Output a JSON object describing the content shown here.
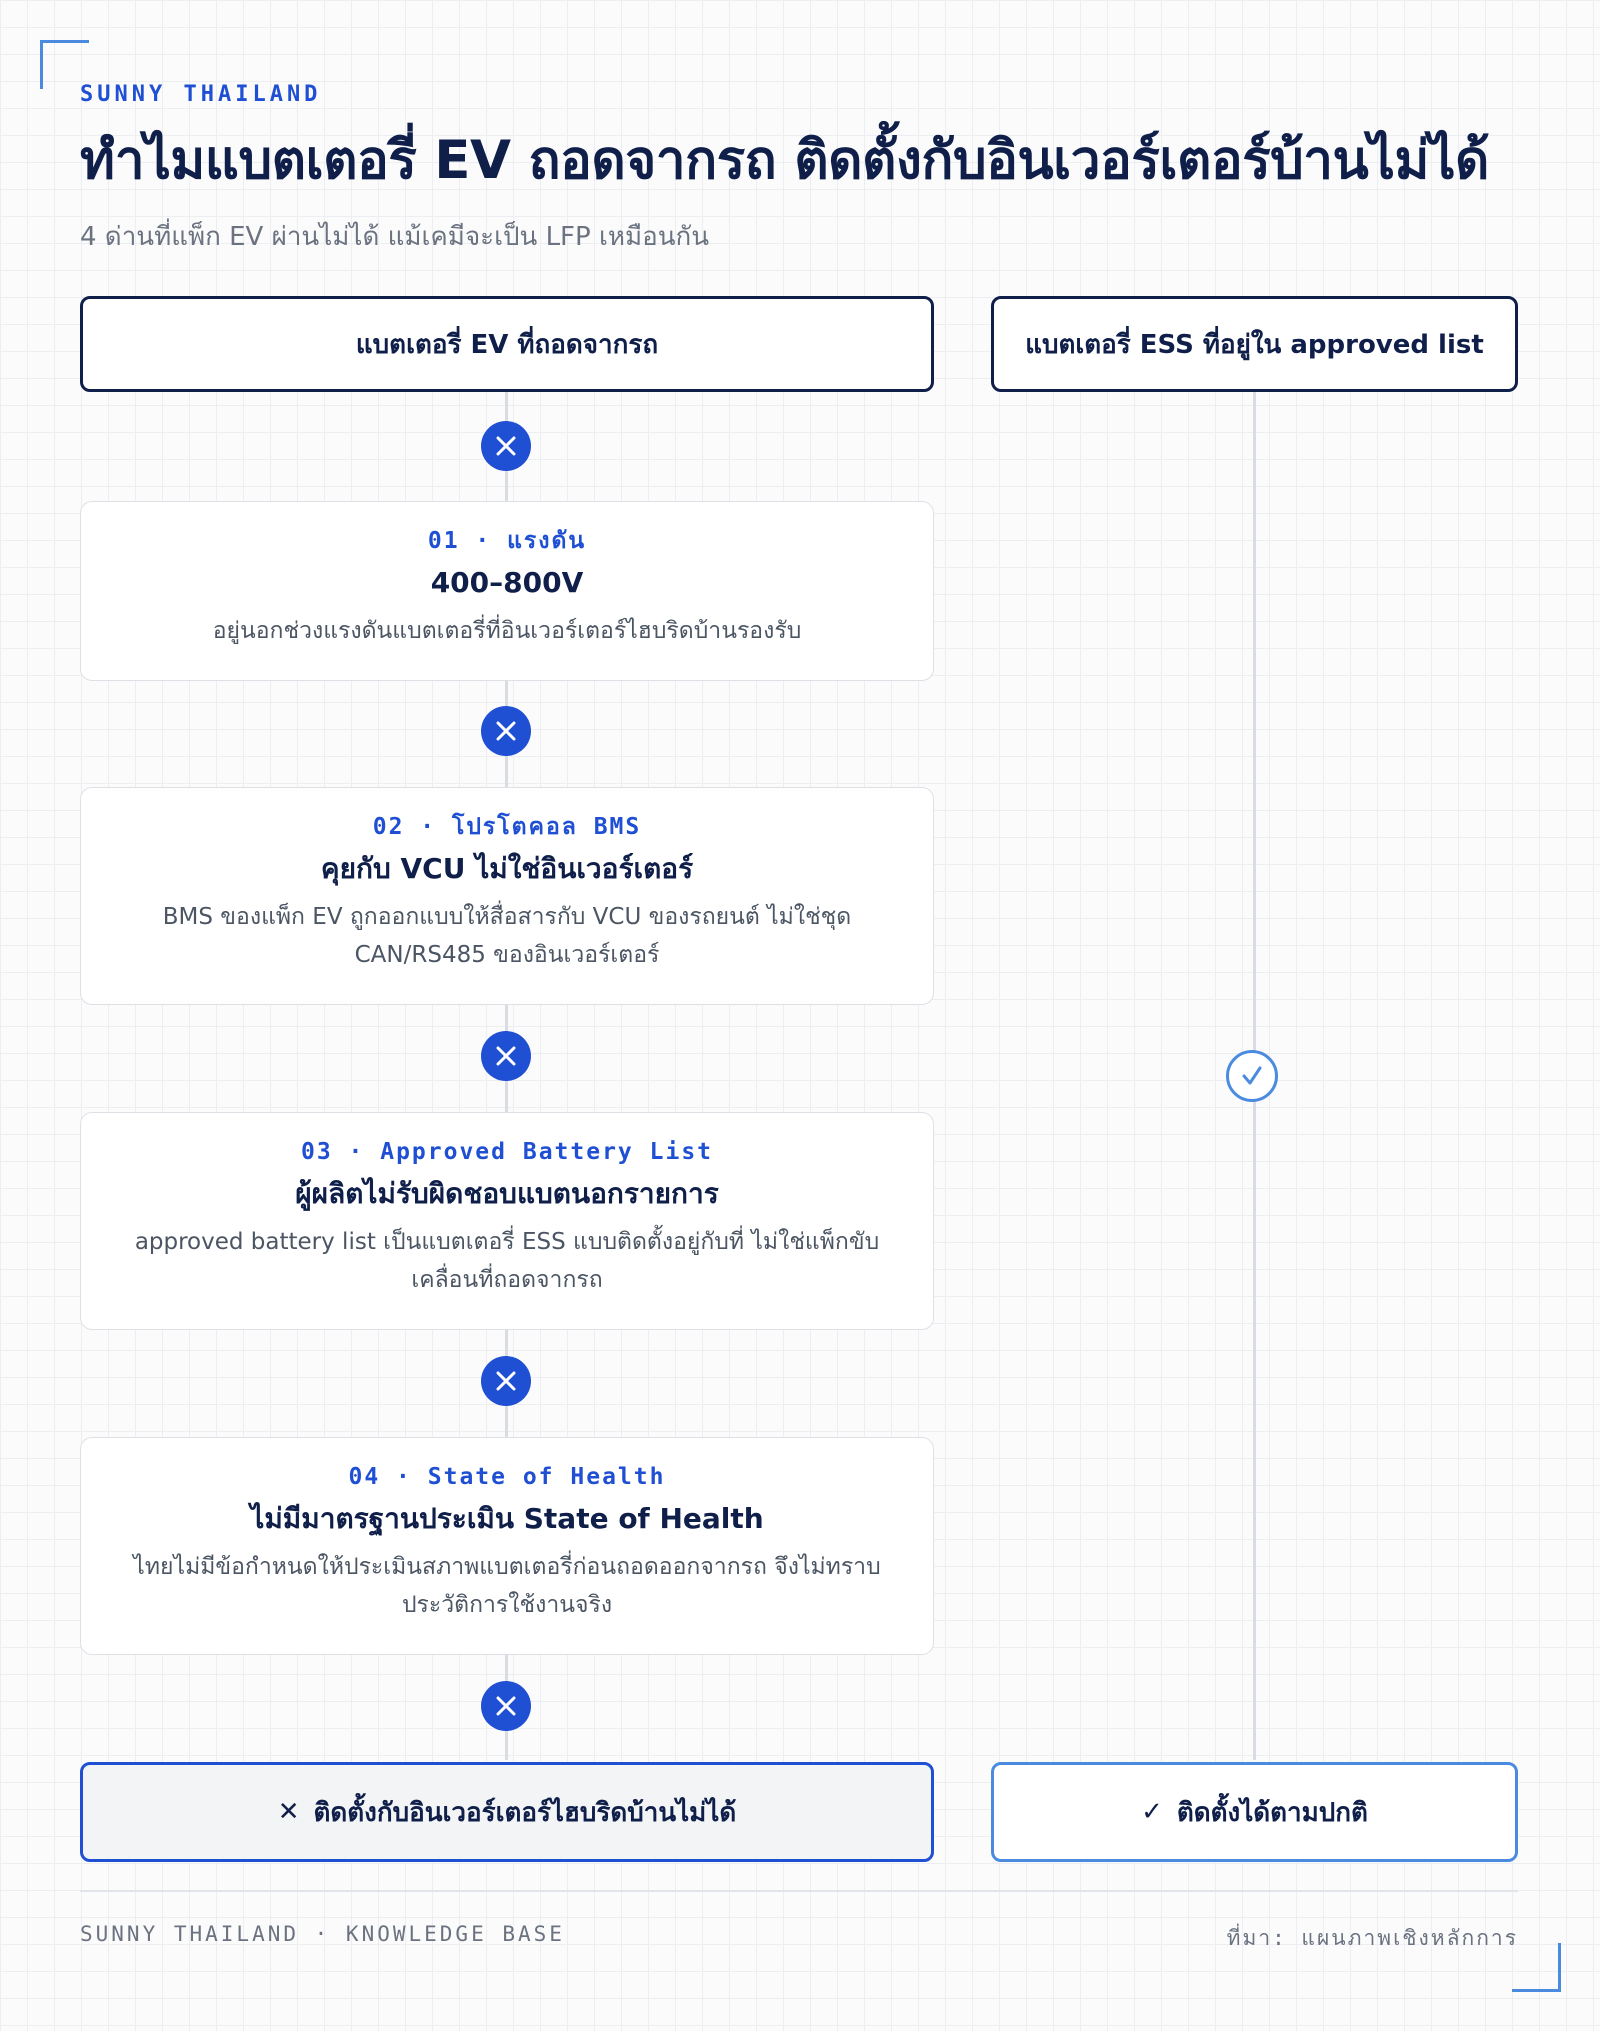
{
  "header": {
    "brand": "SUNNY THAILAND",
    "title": "ทำไมแบตเตอรี่ EV ถอดจากรถ ติดตั้งกับอินเวอร์เตอร์บ้านไม่ได้",
    "subtitle": "4 ด่านที่แพ็ก EV ผ่านไม่ได้ แม้เคมีจะเป็น LFP เหมือนกัน"
  },
  "columns": {
    "ev_title": "แบตเตอรี่ EV ที่ถอดจากรถ",
    "ess_title": "แบตเตอรี่ ESS ที่อยู่ใน approved list"
  },
  "cards": [
    {
      "label": "01 · แรงดัน",
      "head": "400–800V",
      "body": "อยู่นอกช่วงแรงดันแบตเตอรี่ที่อินเวอร์เตอร์ไฮบริดบ้านรองรับ"
    },
    {
      "label": "02 · โปรโตคอล BMS",
      "head": "คุยกับ VCU ไม่ใช่อินเวอร์เตอร์",
      "body": "BMS ของแพ็ก EV ถูกออกแบบให้สื่อสารกับ VCU ของรถยนต์ ไม่ใช่ชุด CAN/RS485 ของอินเวอร์เตอร์"
    },
    {
      "label": "03 · Approved Battery List",
      "head": "ผู้ผลิตไม่รับผิดชอบแบตนอกรายการ",
      "body": "approved battery list เป็นแบตเตอรี่ ESS แบบติดตั้งอยู่กับที่ ไม่ใช่แพ็กขับเคลื่อนที่ถอดจากรถ"
    },
    {
      "label": "04 · State of Health",
      "head": "ไม่มีมาตรฐานประเมิน State of Health",
      "body": "ไทยไม่มีข้อกำหนดให้ประเมินสภาพแบตเตอรี่ก่อนถอดออกจากรถ จึงไม่ทราบประวัติการใช้งานจริง"
    }
  ],
  "results": {
    "ev_symbol": "✕",
    "ev_text": "ติดตั้งกับอินเวอร์เตอร์ไฮบริดบ้านไม่ได้",
    "ess_symbol": "✓",
    "ess_text": "ติดตั้งได้ตามปกติ"
  },
  "icons": {
    "fail": "x-circle-icon",
    "pass": "check-circle-icon"
  },
  "colors": {
    "accent": "#1f4fd3",
    "accent_light": "#4a8be0",
    "navy": "#0f1f4a"
  },
  "footer": {
    "left": "SUNNY THAILAND · KNOWLEDGE BASE",
    "right": "ที่มา: แผนภาพเชิงหลักการ"
  }
}
